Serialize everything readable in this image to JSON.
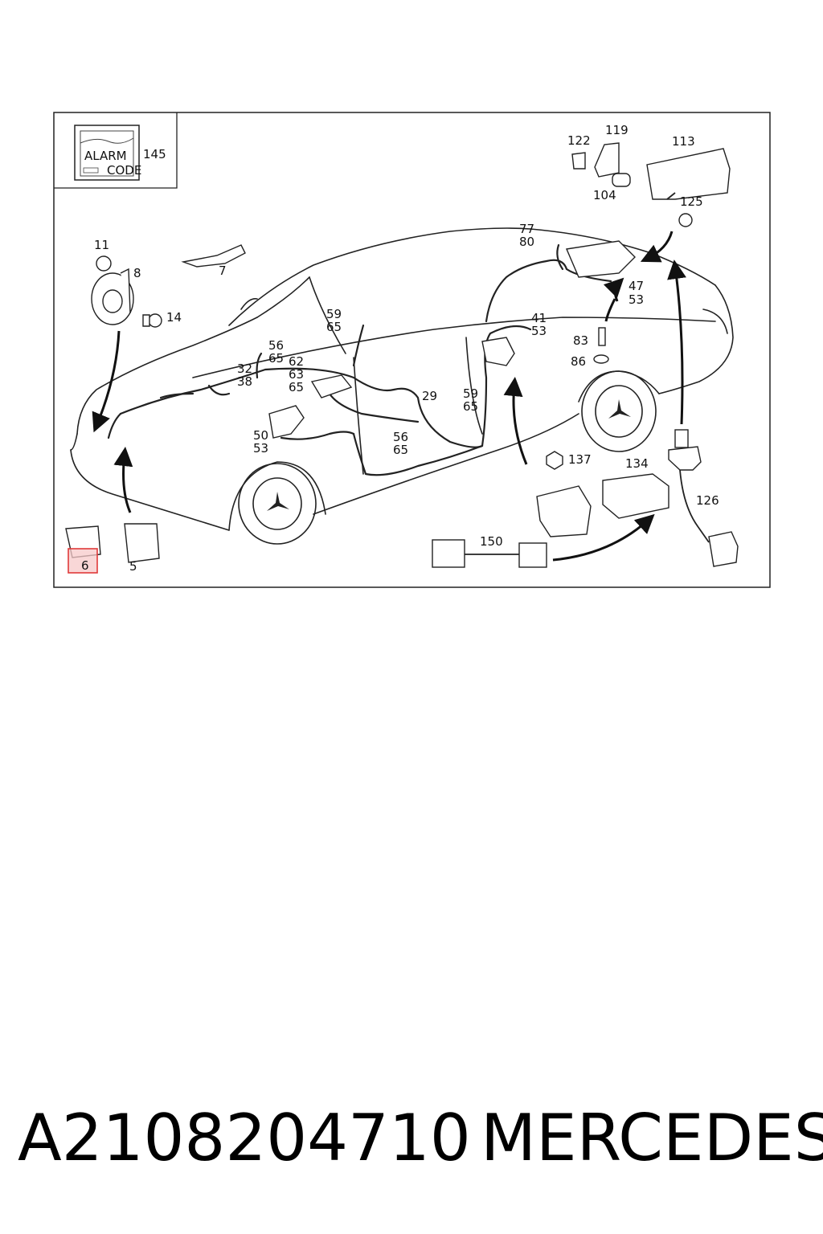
{
  "inset": {
    "line1": "ALARM",
    "line2": "CODE"
  },
  "parts": [
    "145",
    "122",
    "119",
    "113",
    "104",
    "125",
    "11",
    "8",
    "7",
    "14",
    "77",
    "80",
    "47",
    "53",
    "59",
    "65",
    "41",
    "53",
    "83",
    "86",
    "56",
    "65",
    "32",
    "38",
    "62",
    "63",
    "65",
    "29",
    "59",
    "65",
    "50",
    "53",
    "56",
    "65",
    "137",
    "134",
    "126",
    "150",
    "6",
    "5"
  ],
  "highlighted_part": "6",
  "footer": {
    "part_number": "A2108204710",
    "make": "MERCEDES"
  },
  "colors": {
    "highlight": "#e03a3a",
    "highlight_fill": "#f7c9c9"
  }
}
